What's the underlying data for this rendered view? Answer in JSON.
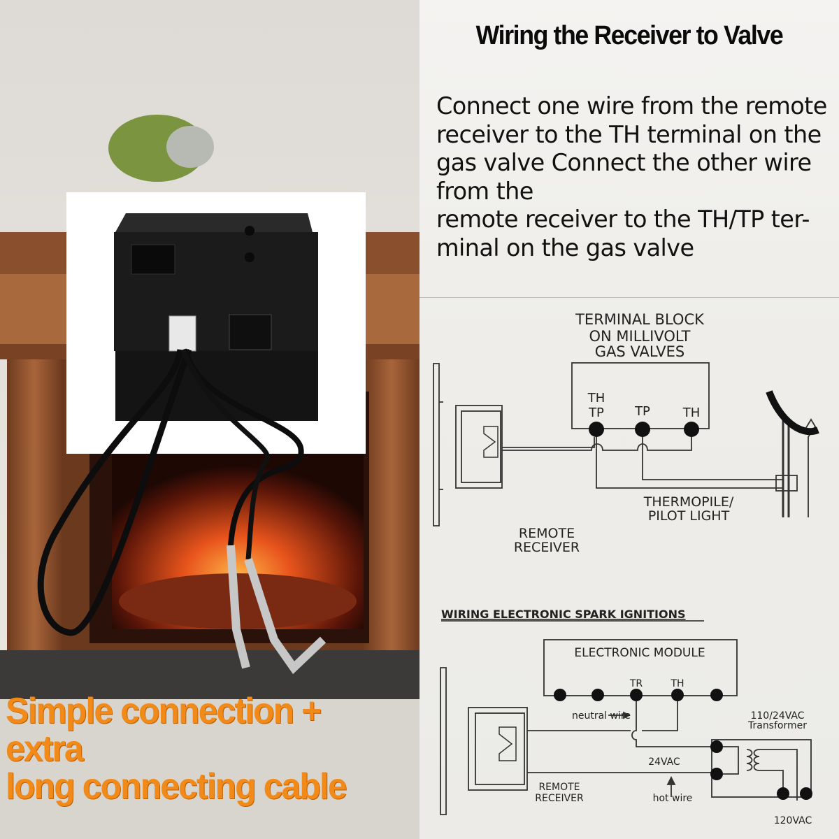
{
  "headline": "Wiring the Receiver to Valve",
  "instructions": "Connect one wire from the remote\nreceiver to the TH terminal on the\ngas valve Connect the other wire\nfrom the\nremote receiver to the TH/TP ter-\nminal on the gas valve",
  "diagram1": {
    "title_lines": [
      "TERMINAL BLOCK",
      "ON MILLIVOLT",
      "GAS VALVES"
    ],
    "terminals": [
      "TH",
      "TP",
      "TP",
      "TH"
    ],
    "thermopile_lines": [
      "THERMOPILE/",
      "PILOT LIGHT"
    ],
    "receiver_lines": [
      "REMOTE",
      "RECEIVER"
    ]
  },
  "diagram2": {
    "heading": "WIRING ELECTRONIC SPARK IGNITIONS",
    "module": "ELECTRONIC MODULE",
    "tr": "TR",
    "th": "TH",
    "neutral": "neutral wire",
    "transformer_lines": [
      "110/24VAC",
      "Transformer"
    ],
    "vac24": "24VAC",
    "receiver_lines": [
      "REMOTE",
      "RECEIVER"
    ],
    "hot": "hot wire",
    "vac120": "120VAC"
  },
  "promo": "Simple connection + extra\nlong connecting cable",
  "colors": {
    "promo": "#f28a1a",
    "mantel": "#8a4f2c",
    "fire": "#d9441a",
    "wall": "#e9e5df"
  }
}
